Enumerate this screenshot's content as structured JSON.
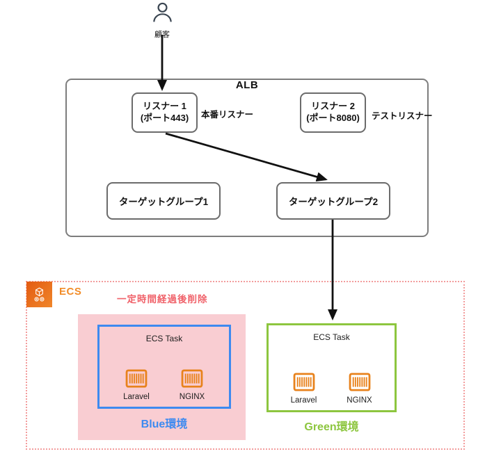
{
  "colors": {
    "blue_accent": "#3d8af0",
    "green_accent": "#8dc63f",
    "container_orange": "#e8821c",
    "ecs_label_orange": "#f28c28",
    "pink_background": "#f9cdd2",
    "delete_note_red": "#f0626a",
    "dotted_border": "#f39c9c"
  },
  "customer": {
    "label": "顧客"
  },
  "alb": {
    "title": "ALB",
    "listener1_line1": "リスナー 1",
    "listener1_line2": "(ポート443)",
    "listener1_note": "本番リスナー",
    "listener2_line1": "リスナー 2",
    "listener2_line2": "(ポート8080)",
    "listener2_note": "テストリスナー",
    "target_group1": "ターゲットグループ1",
    "target_group2": "ターゲットグループ2"
  },
  "ecs": {
    "label": "ECS",
    "note": "一定時間経過後削除",
    "blue_env": {
      "task_title": "ECS Task",
      "containers": [
        "Laravel",
        "NGINX"
      ],
      "env_label": "Blue環境"
    },
    "green_env": {
      "task_title": "ECS Task",
      "containers": [
        "Laravel",
        "NGINX"
      ],
      "env_label": "Green環境"
    }
  }
}
